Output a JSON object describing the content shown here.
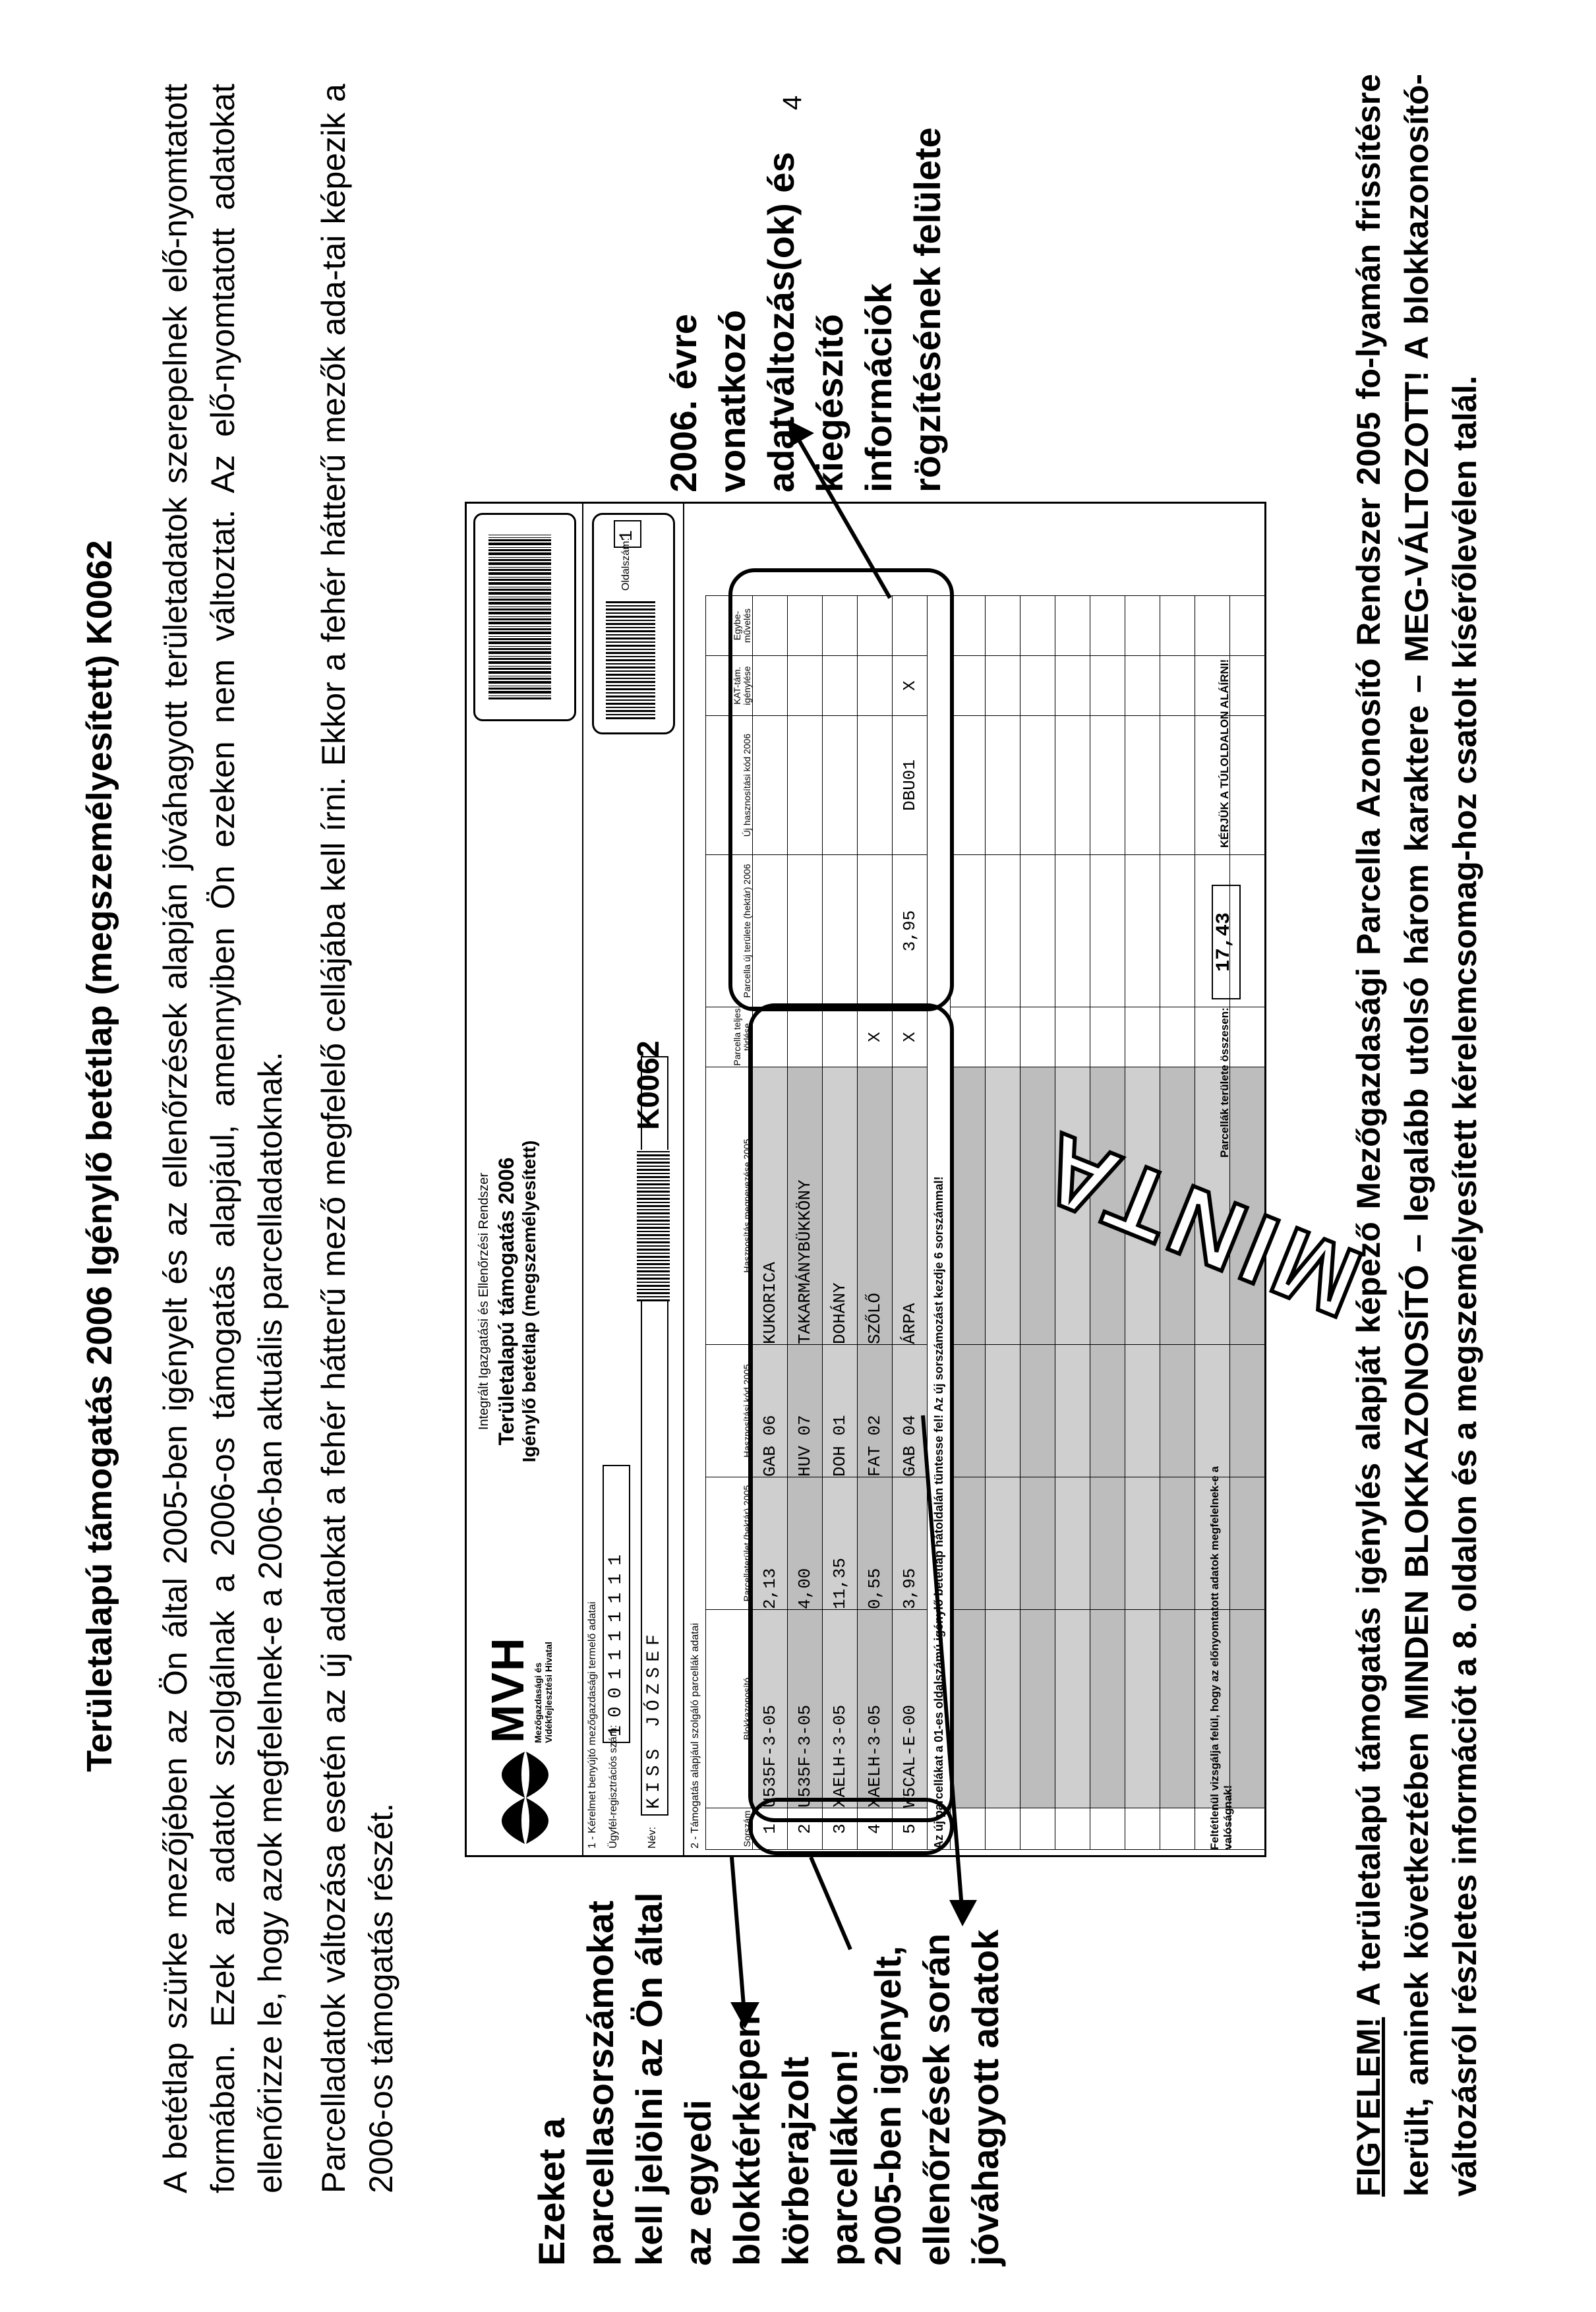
{
  "page_title": "Területalapú támogatás 2006 Igénylő betétlap (megszemélyesített) K0062",
  "intro_1": "A betétlap szürke mezőjében az Ön által 2005-ben igényelt és az ellenőrzések alapján jóváhagyott területadatok szerepelnek elő-nyomtatott formában. Ezek az adatok szolgálnak a 2006-os támogatás alapjául, amennyiben Ön ezeken nem változtat. Az elő-nyomtatott adatokat ellenőrizze le, hogy azok megfelelnek-e a 2006-ban aktuális parcelladatoknak.",
  "intro_2": "Parcelladatok változása esetén az új adatokat a fehér hátterű mező megfelelő cellájába kell írni. Ekkor a fehér hátterű mezők ada-tai képezik a 2006-os támogatás részét.",
  "left_note_1": "Ezeket a parcellasorszámokat kell jelölni az Ön által az egyedi blokktérképen körberajzolt parcellákon!",
  "left_note_2": "2005-ben igényelt, ellenőrzések során jóváhagyott adatok",
  "right_note": "2006. évre vonatkozó adatváltozás(ok) és kiegészítő információk rögzítésének felülete",
  "page_number": "4",
  "warning_label": "FIGYELEM!",
  "warning_text": " A területalapú támogatás igénylés alapját képező Mezőgazdasági Parcella Azonosító Rendszer 2005 fo-lyamán frissítésre került, aminek következtében MINDEN BLOKKAZONOSÍTÓ – legalább utolsó három karaktere – MEG-VÁLTOZOTT! A blokkazonosító-változásról részletes információt a 8. oldalon és a megszemélyesített kérelemcsomag-hoz csatolt kísérőlevélen talál.",
  "form": {
    "mvh": "MVH",
    "mvh_sub": "Mezőgazdasági és Vidékfejlesztési Hivatal",
    "header_small": "Integrált Igazgatási és Ellenőrzési Rendszer",
    "header_title": "Területalapú támogatás 2006",
    "header_subtitle": "Igénylő betétlap (megszemélyesített)",
    "section1_label": "1 - Kérelmet benyújtó mezőgazdasági termelő adatai",
    "reg_label": "Ügyfél-regisztrációs szám:",
    "reg_value": "1001111111",
    "name_label": "Név:",
    "name_value": "KISS JÓZSEF",
    "code": "K0062",
    "page_label": "Oldalszám:",
    "page_value": "1",
    "section2_label": "2 - Támogatás alapjául szolgáló parcellák adatai",
    "headers": [
      "Sorszám",
      "Blokkazonosító",
      "Parcellaterület (hektár) 2005",
      "Hasznosítási kód 2005",
      "Hasznosítás megnevezése 2005",
      "Parcella teljes törlése",
      "Parcella új területe (hektár) 2006",
      "Új hasznosítási kód 2006",
      "KAT-tám. igénylése",
      "Egybe-művelés"
    ],
    "rows": [
      {
        "num": "1",
        "block": "U535F-3-05",
        "area": "2,13",
        "code": "GAB 06",
        "name": "KUKORICA",
        "del": "",
        "new_area": "",
        "new_code": "",
        "kat": "",
        "egy": ""
      },
      {
        "num": "2",
        "block": "U535F-3-05",
        "area": "4,00",
        "code": "HUV 07",
        "name": "TAKARMÁNYBÜKKÖNY",
        "del": "",
        "new_area": "",
        "new_code": "",
        "kat": "",
        "egy": ""
      },
      {
        "num": "3",
        "block": "XAELH-3-05",
        "area": "11,35",
        "code": "DOH 01",
        "name": "DOHÁNY",
        "del": "",
        "new_area": "",
        "new_code": "",
        "kat": "",
        "egy": ""
      },
      {
        "num": "4",
        "block": "XAELH-3-05",
        "area": "0,55",
        "code": "FAT 02",
        "name": "SZŐLŐ",
        "del": "X",
        "new_area": "",
        "new_code": "",
        "kat": "",
        "egy": ""
      },
      {
        "num": "5",
        "block": "W5CAL-E-00",
        "area": "3,95",
        "code": "GAB 04",
        "name": "ÁRPA",
        "del": "X",
        "new_area": "3,95",
        "new_code": "DBU01",
        "kat": "X",
        "egy": ""
      }
    ],
    "note_row": "Az új parcellákat a 01-es oldalszámú igénylő betétlap hátoldalán tüntesse fel! Az új sorszámozást kezdje 6 sorszámmal!",
    "footer_left": "Feltétlenül vizsgálja felül, hogy az előnyomtatott adatok megfelelnek-e a valóságnak!",
    "footer_mid": "Parcellák területe összesen:",
    "footer_total": "17,43",
    "footer_right": "KÉRJÜK A TÚLOLDALON ALÁÍRNI!",
    "watermark": "MINTA"
  }
}
